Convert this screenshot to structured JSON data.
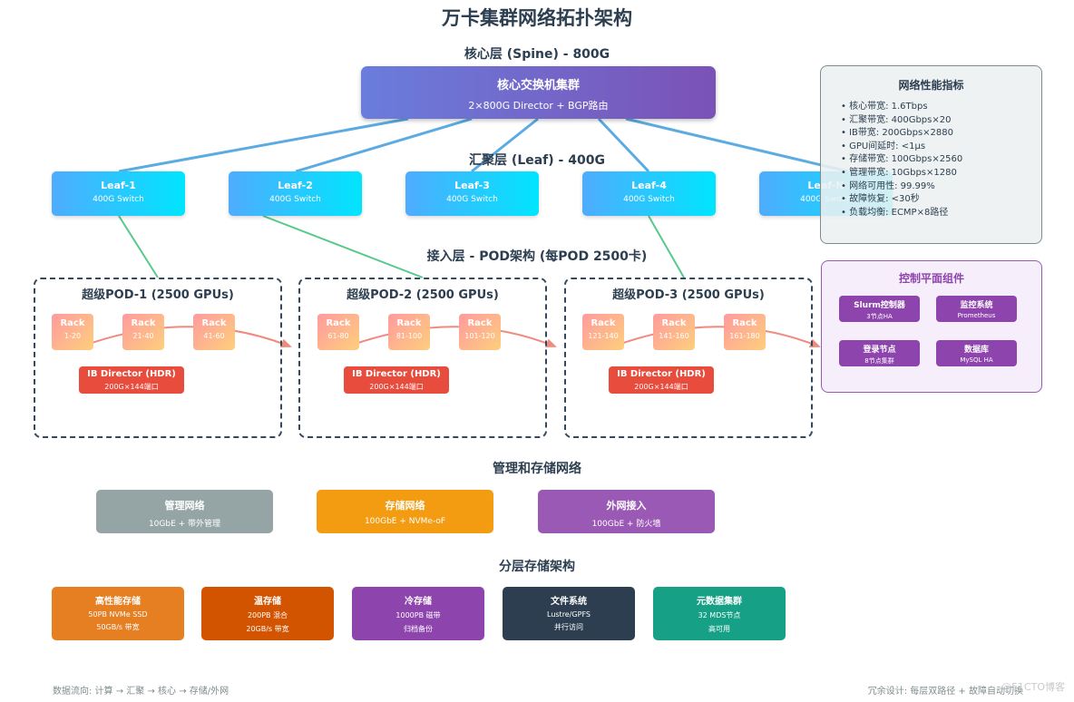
{
  "title": "万卡集群网络拓扑架构",
  "core_layer": {
    "heading": "核心层 (Spine) - 800G",
    "box": {
      "title": "核心交换机集群",
      "sub": "2×800G Director + BGP路由"
    }
  },
  "leaf_layer": {
    "heading": "汇聚层 (Leaf) - 400G",
    "leaves": [
      {
        "title": "Leaf-1",
        "sub": "400G Switch"
      },
      {
        "title": "Leaf-2",
        "sub": "400G Switch"
      },
      {
        "title": "Leaf-3",
        "sub": "400G Switch"
      },
      {
        "title": "Leaf-4",
        "sub": "400G Switch"
      },
      {
        "title": "Leaf-N",
        "sub": "400G Switch"
      }
    ]
  },
  "performance": {
    "title": "网络性能指标",
    "items": [
      "• 核心带宽: 1.6Tbps",
      "• 汇聚带宽: 400Gbps×20",
      "• IB带宽: 200Gbps×2880",
      "• GPU间延时: <1μs",
      "• 存储带宽: 100Gbps×2560",
      "• 管理带宽: 10Gbps×1280",
      "• 网络可用性: 99.99%",
      "• 故障恢复: <30秒",
      "• 负载均衡: ECMP×8路径"
    ]
  },
  "access_layer": {
    "heading": "接入层 - POD架构 (每POD 2500卡)",
    "pods": [
      {
        "title": "超级POD-1 (2500 GPUs)",
        "racks": [
          {
            "name": "Rack",
            "range": "1-20"
          },
          {
            "name": "Rack",
            "range": "21-40"
          },
          {
            "name": "Rack",
            "range": "41-60"
          }
        ],
        "director": {
          "title": "IB Director (HDR)",
          "sub": "200G×144端口"
        }
      },
      {
        "title": "超级POD-2 (2500 GPUs)",
        "racks": [
          {
            "name": "Rack",
            "range": "61-80"
          },
          {
            "name": "Rack",
            "range": "81-100"
          },
          {
            "name": "Rack",
            "range": "101-120"
          }
        ],
        "director": {
          "title": "IB Director (HDR)",
          "sub": "200G×144端口"
        }
      },
      {
        "title": "超级POD-3 (2500 GPUs)",
        "racks": [
          {
            "name": "Rack",
            "range": "121-140"
          },
          {
            "name": "Rack",
            "range": "141-160"
          },
          {
            "name": "Rack",
            "range": "161-180"
          }
        ],
        "director": {
          "title": "IB Director (HDR)",
          "sub": "200G×144端口"
        }
      }
    ]
  },
  "control_plane": {
    "title": "控制平面组件",
    "items": [
      {
        "title": "Slurm控制器",
        "sub": "3节点HA"
      },
      {
        "title": "监控系统",
        "sub": "Prometheus"
      },
      {
        "title": "登录节点",
        "sub": "8节点集群"
      },
      {
        "title": "数据库",
        "sub": "MySQL HA"
      }
    ]
  },
  "mgmt_storage": {
    "heading": "管理和存储网络",
    "items": [
      {
        "title": "管理网络",
        "sub": "10GbE + 带外管理",
        "color": "#95a5a6"
      },
      {
        "title": "存储网络",
        "sub": "100GbE + NVMe-oF",
        "color": "#f39c12"
      },
      {
        "title": "外网接入",
        "sub": "100GbE + 防火墙",
        "color": "#9b59b6"
      }
    ]
  },
  "tiered_storage": {
    "heading": "分层存储架构",
    "items": [
      {
        "title": "高性能存储",
        "line1": "50PB NVMe SSD",
        "line2": "50GB/s 带宽",
        "color": "#e67e22"
      },
      {
        "title": "温存储",
        "line1": "200PB 混合",
        "line2": "20GB/s 带宽",
        "color": "#d35400"
      },
      {
        "title": "冷存储",
        "line1": "1000PB 磁带",
        "line2": "归档备份",
        "color": "#8e44ad"
      },
      {
        "title": "文件系统",
        "line1": "Lustre/GPFS",
        "line2": "并行访问",
        "color": "#2c3e50"
      },
      {
        "title": "元数据集群",
        "line1": "32 MDS节点",
        "line2": "高可用",
        "color": "#16a085"
      }
    ]
  },
  "footer": {
    "left": "数据流向: 计算 → 汇聚 → 核心 → 存储/外网",
    "right": "冗余设计: 每层双路径 + 故障自动切换"
  },
  "watermark": "@51CTO博客",
  "colors": {
    "spine_link": "#3498db",
    "leaf_pod_link": "#2ecc71",
    "data_flow": "#e74c3c"
  }
}
